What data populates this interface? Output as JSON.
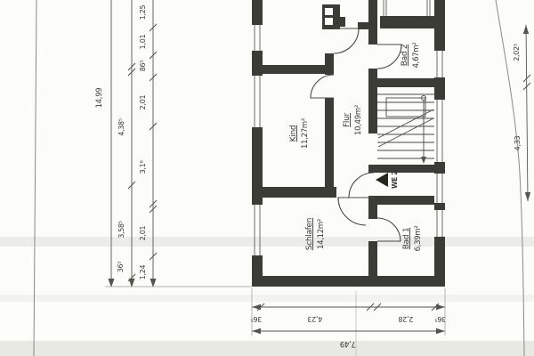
{
  "unit_label": "WE 2",
  "rooms": [
    {
      "name": "Kind",
      "area": "11,27m²"
    },
    {
      "name": "Flur",
      "area": "10,49m²"
    },
    {
      "name": "Bad 2",
      "area": "4,67m²"
    },
    {
      "name": "Schlafen",
      "area": "14,12m²"
    },
    {
      "name": "Bad 1",
      "area": "6,39m²"
    }
  ],
  "dimensions": {
    "left_total": "14,99",
    "left_mid": [
      "4,38⁵",
      "3,58⁵",
      "36⁵"
    ],
    "left_detail": [
      "1,25",
      "1,01",
      "86⁵",
      "2,01",
      "3,1⁶",
      "2,01",
      "1,24"
    ],
    "right_chain": [
      "2,02⁵",
      "4,33"
    ],
    "bottom_detail": [
      "36⁵",
      "4,23",
      "2,28",
      "36⁵"
    ],
    "bottom_total": "7,49"
  },
  "colors": {
    "paper": "#fcfcf9",
    "wall": "#3c3c36",
    "dimension_line": "#55554f",
    "scan_band": "#d9d9d3"
  }
}
